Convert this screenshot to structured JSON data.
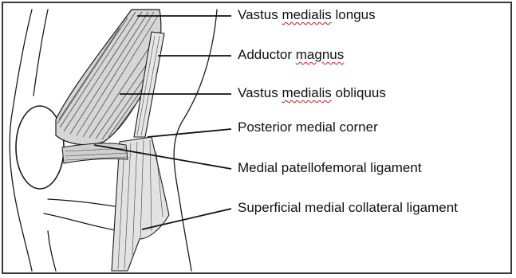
{
  "figure": {
    "labels": [
      {
        "id": "vml",
        "parts": [
          "Vastus ",
          "medialis",
          " longus"
        ],
        "squiggle": [
          1
        ]
      },
      {
        "id": "am",
        "parts": [
          "Adductor ",
          "magnus"
        ],
        "squiggle": [
          1
        ]
      },
      {
        "id": "vmo",
        "parts": [
          "Vastus ",
          "medialis",
          " obliquus"
        ],
        "squiggle": [
          1
        ]
      },
      {
        "id": "pmc",
        "parts": [
          "Posterior medial corner"
        ],
        "squiggle": []
      },
      {
        "id": "mpfl",
        "parts": [
          "Medial patellofemoral ligament"
        ],
        "squiggle": []
      },
      {
        "id": "smcl",
        "parts": [
          "Superficial medial collateral ligament"
        ],
        "squiggle": []
      }
    ],
    "colors": {
      "ink": "#1a1a1a",
      "muscle_fill": "#d6d6d6",
      "frame": "#3a3a3a",
      "spellcheck": "#c02020"
    }
  }
}
